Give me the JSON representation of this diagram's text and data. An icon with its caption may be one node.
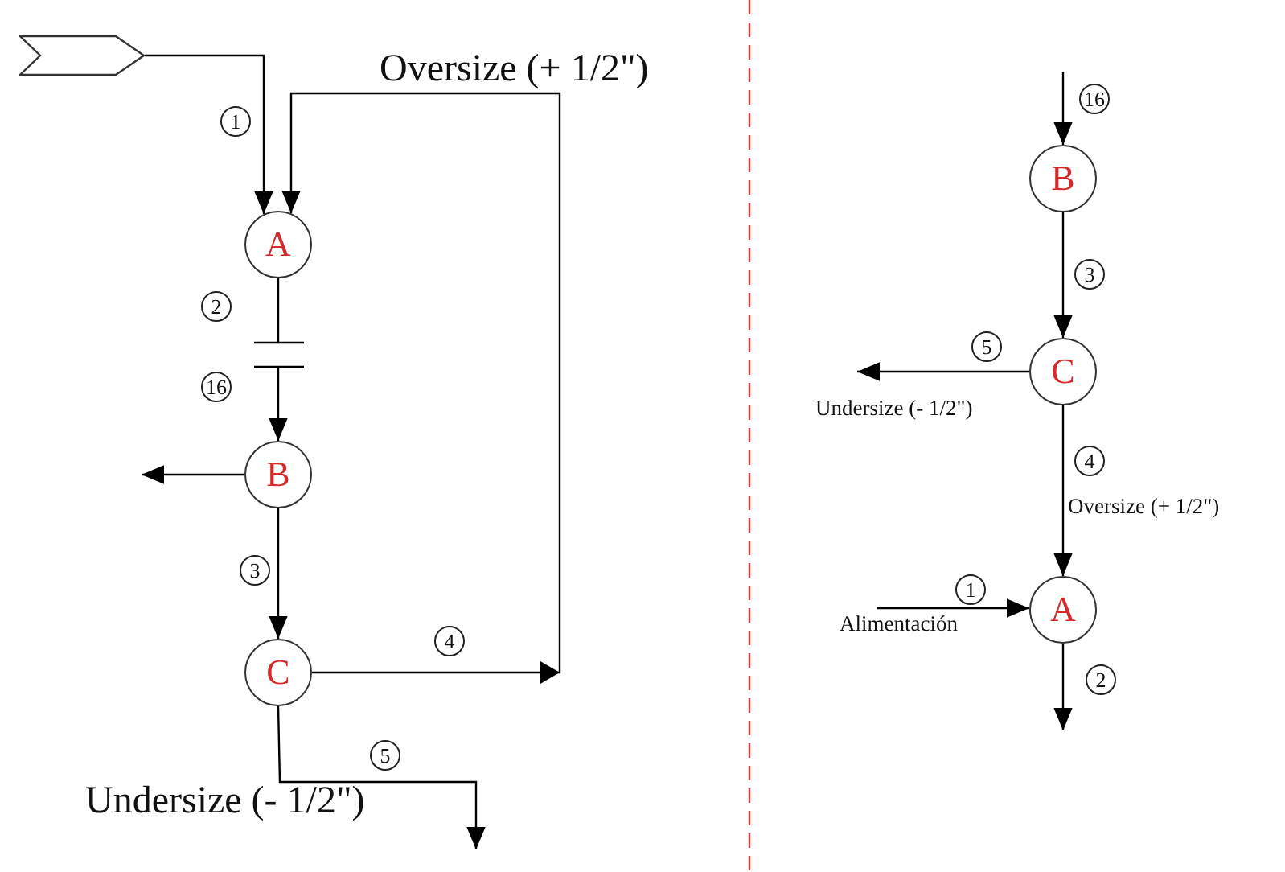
{
  "diagram": {
    "nodes": [
      {
        "text": [],
        "shape": "chevron"
      },
      {
        "text": [
          "A"
        ]
      },
      {
        "text": [
          "B"
        ]
      },
      {
        "text": [
          "C"
        ]
      },
      {
        "text": [
          "A"
        ]
      },
      {
        "text": [
          "B"
        ]
      },
      {
        "text": [
          "C"
        ]
      },
      {
        "text": [
          "Undersize (- 1/2\")"
        ]
      },
      {
        "text": [
          "Alimentación"
        ]
      }
    ],
    "edges": [
      {
        "from": 0,
        "to": 1,
        "arrow": "to",
        "label": "1"
      },
      {
        "from": 3,
        "to": 1,
        "arrow": "to",
        "label": "4"
      },
      {
        "from": 1,
        "to": null,
        "arrow": "none",
        "label": "2"
      },
      {
        "from": null,
        "to": 2,
        "arrow": "to",
        "label": "16"
      },
      {
        "from": 2,
        "to": null,
        "arrow": "to"
      },
      {
        "from": 2,
        "to": 3,
        "arrow": "to",
        "label": "3"
      },
      {
        "from": 3,
        "to": null,
        "arrow": "to",
        "label": "5"
      },
      {
        "from": null,
        "to": 5,
        "arrow": "to",
        "label": "16"
      },
      {
        "from": 5,
        "to": 6,
        "arrow": "to",
        "label": "3"
      },
      {
        "from": 6,
        "to": 7,
        "arrow": "to",
        "label": "5"
      },
      {
        "from": 6,
        "to": 4,
        "arrow": "to",
        "label": "4"
      },
      {
        "from": 8,
        "to": 4,
        "arrow": "to",
        "label": "1"
      },
      {
        "from": 4,
        "to": null,
        "arrow": "to",
        "label": "2"
      }
    ],
    "labels": [
      "Oversize (+ 1/2\")",
      "Undersize (- 1/2\")",
      "Oversize (+ 1/2\")"
    ]
  }
}
